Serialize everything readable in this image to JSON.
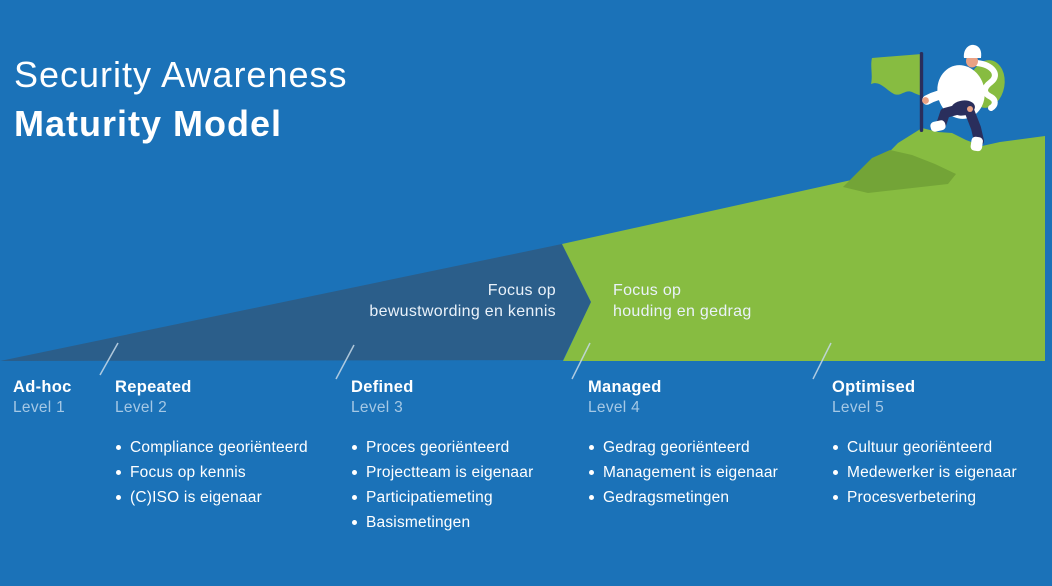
{
  "title": {
    "line1": "Security Awareness",
    "line2": "Maturity Model"
  },
  "slope_labels": {
    "awareness": {
      "line1": "Focus op",
      "line2": "bewustwording en kennis"
    },
    "behavior": {
      "line1": "Focus op",
      "line2": "houding en gedrag"
    }
  },
  "levels": [
    {
      "name": "Ad-hoc",
      "stage": "Level 1",
      "bullets": []
    },
    {
      "name": "Repeated",
      "stage": "Level 2",
      "bullets": [
        "Compliance georiënteerd",
        "Focus op kennis",
        "(C)ISO is eigenaar"
      ]
    },
    {
      "name": "Defined",
      "stage": "Level 3",
      "bullets": [
        "Proces georiënteerd",
        "Projectteam is eigenaar",
        "Participatiemeting",
        "Basismetingen"
      ]
    },
    {
      "name": "Managed",
      "stage": "Level 4",
      "bullets": [
        "Gedrag georiënteerd",
        "Management is eigenaar",
        "Gedragsmetingen"
      ]
    },
    {
      "name": "Optimised",
      "stage": "Level 5",
      "bullets": [
        "Cultuur georiënteerd",
        "Medewerker is eigenaar",
        "Procesverbetering"
      ]
    }
  ],
  "illustration": {
    "climber": "climber-standing-on-summit",
    "flag": "green-flag-on-pole"
  },
  "colors": {
    "background": "#1B72B8",
    "awareness_slope": "#2B5E8A",
    "behavior_slope": "#87BC41",
    "ridge_shadow": "#73A437",
    "navy": "#2A2E5C",
    "skin": "#E9A184",
    "stage_label_text": "#A5C8E5",
    "text": "#FFFFFF",
    "divider_tick": "#C7DAE9"
  }
}
